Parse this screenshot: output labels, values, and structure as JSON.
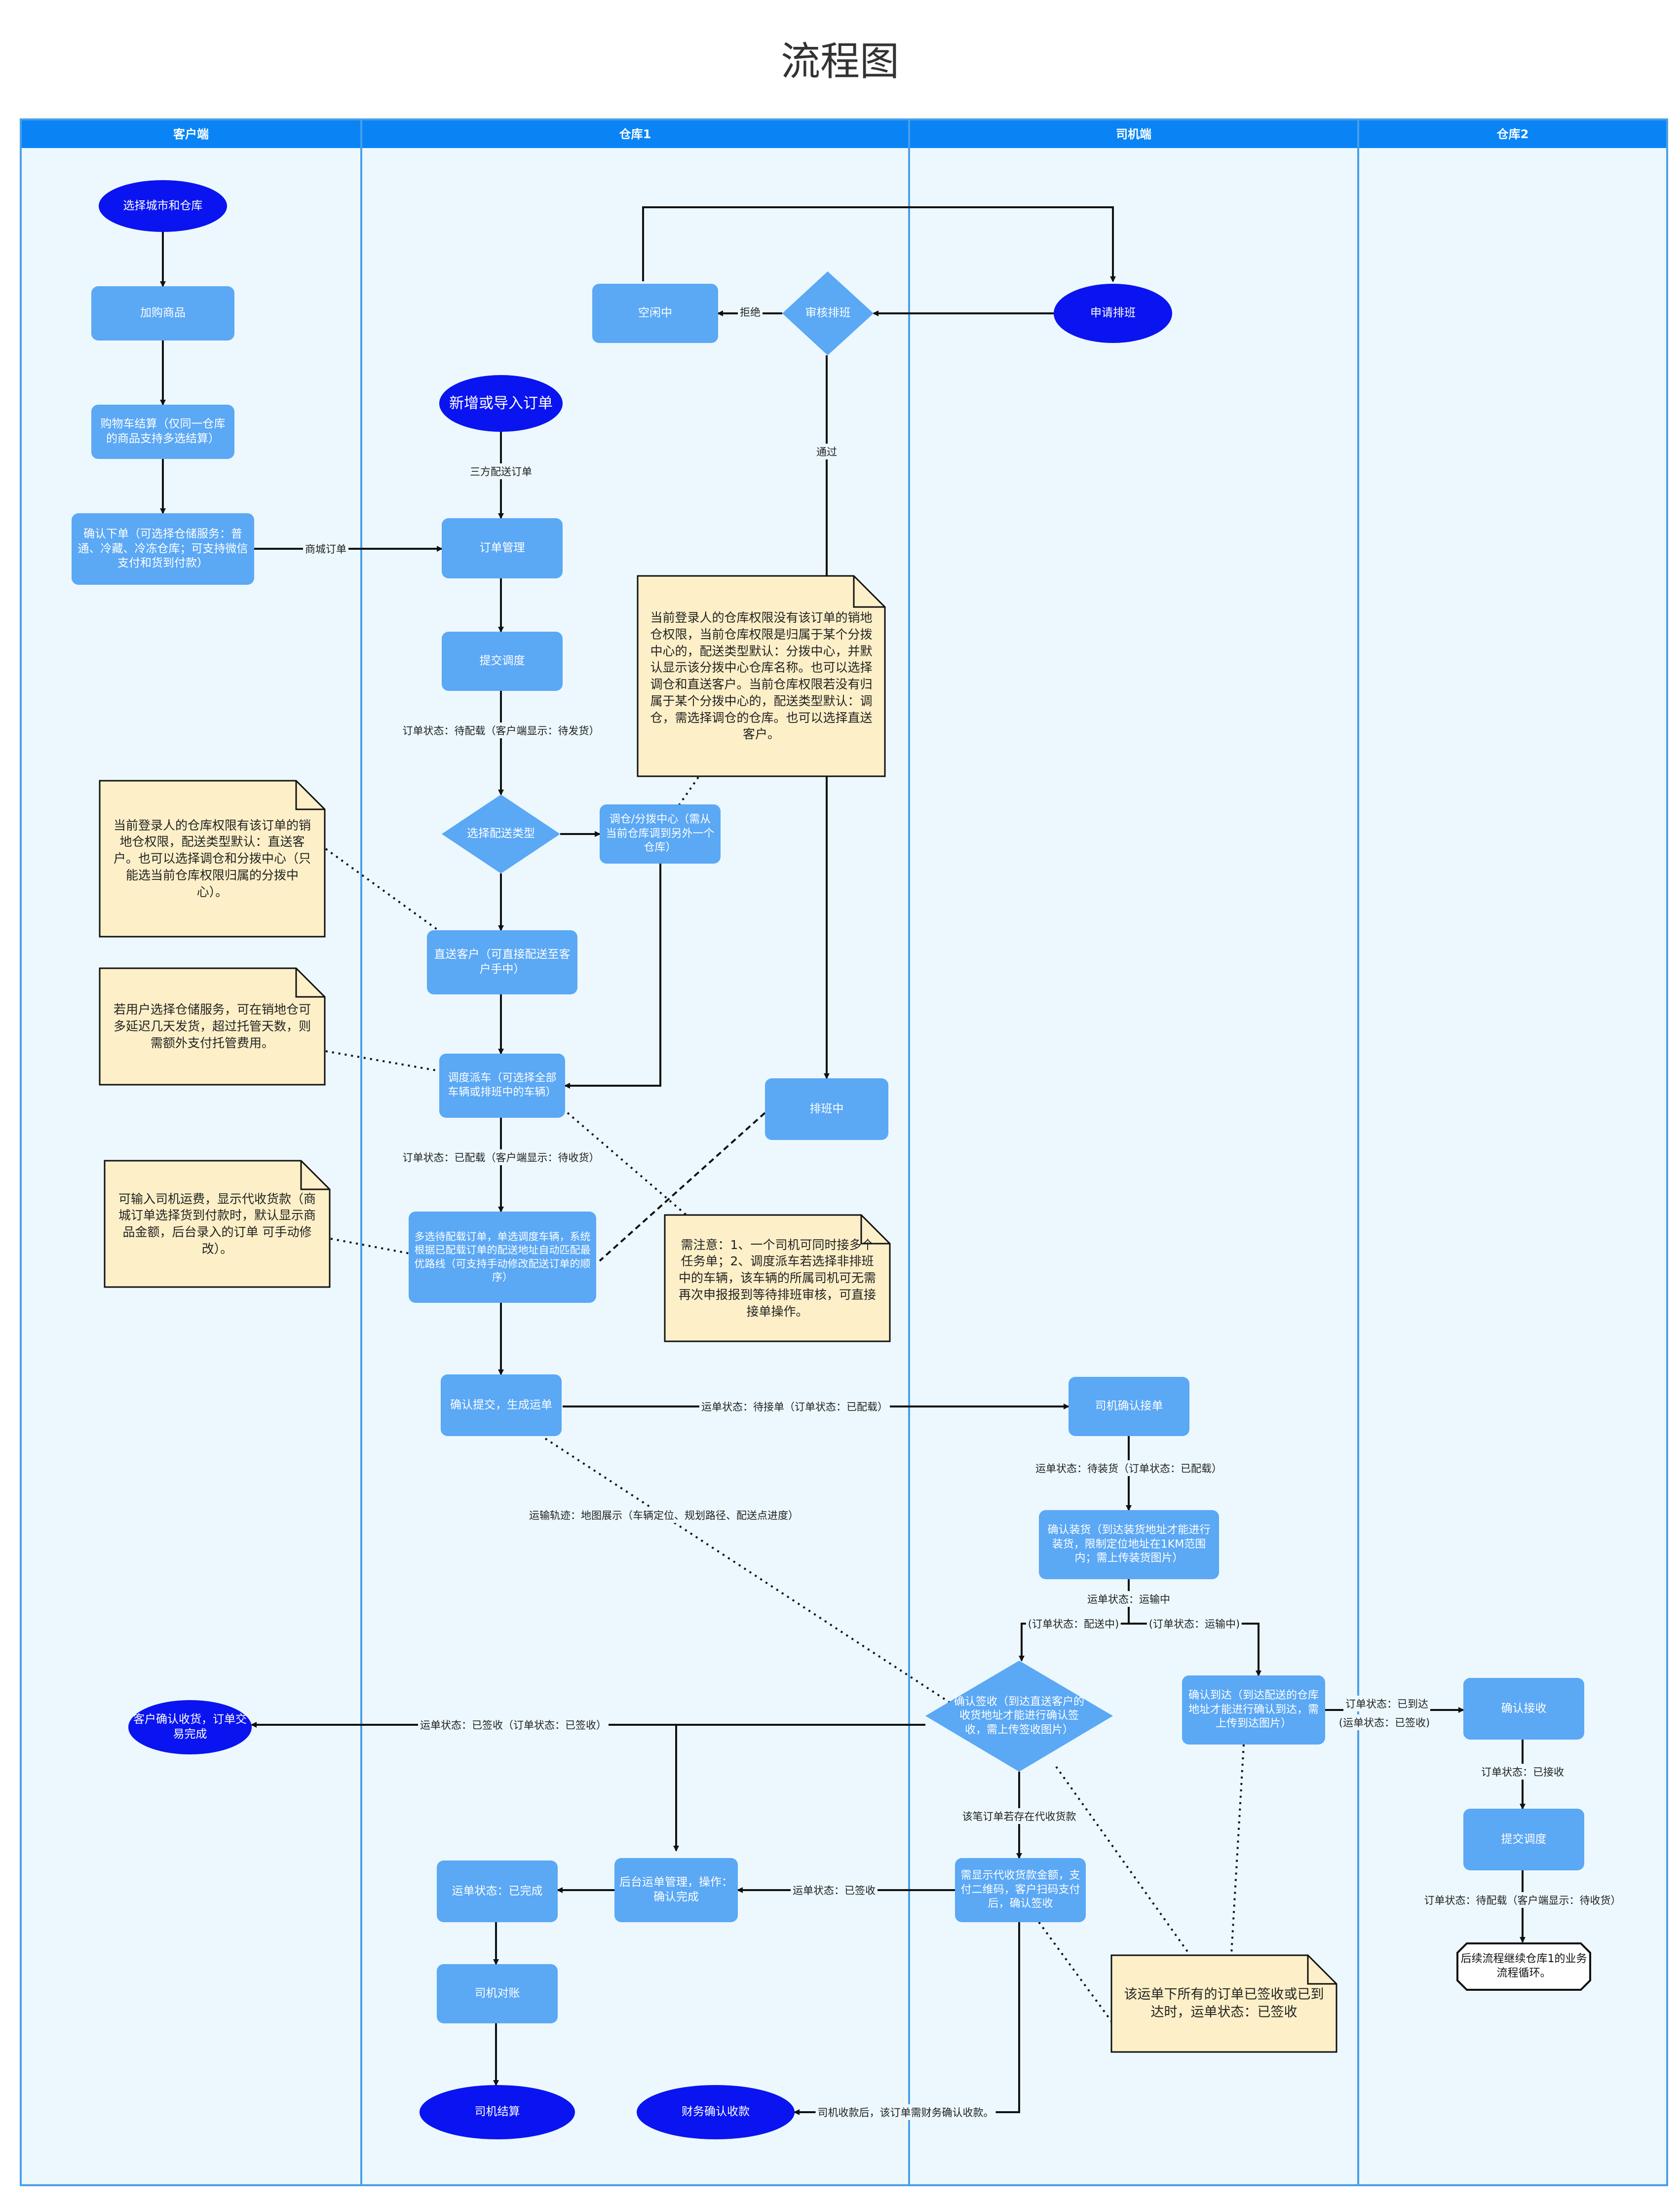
{
  "title": "流程图",
  "lanes": [
    "客户端",
    "仓库1",
    "司机端",
    "仓库2"
  ],
  "nodes": {
    "select_city": "选择城市和仓库",
    "add_cart": "加购商品",
    "cart_checkout": "购物车结算（仅同一仓库的商品支持多选结算）",
    "confirm_order": "确认下单（可选择仓储服务：普通、冷藏、冷冻仓库；可支持微信支付和货到付款）",
    "customer_receive": "客户确认收货，订单交易完成",
    "new_order": "新增或导入订单",
    "order_mgmt": "订单管理",
    "submit_dispatch_1": "提交调度",
    "choose_type": "选择配送类型",
    "transfer": "调仓/分拨中心（需从当前仓库调到另外一个仓库）",
    "direct": "直送客户（可直接配送至客户手中）",
    "dispatch_car": "调度派车（可选择全部车辆或排班中的车辆）",
    "multi_select": "多选待配载订单，单选调度车辆，系统根据已配载订单的配送地址自动匹配最优路线（可支持手动修改配送订单的顺序）",
    "confirm_submit": "确认提交，生成运单",
    "idle": "空闲中",
    "review_shift": "审核排班",
    "scheduled": "排班中",
    "run_complete": "运单状态：已完成",
    "backend_mgmt": "后台运单管理，操作：确认完成",
    "driver_reconcile": "司机对账",
    "driver_settle": "司机结算",
    "finance_confirm": "财务确认收款",
    "apply_shift": "申请排班",
    "driver_accept": "司机确认接单",
    "confirm_loading": "确认装货（到达装货地址才能进行装货，限制定位地址在1KM范围内；需上传装货图片）",
    "confirm_sign": "确认签收（到达直送客户的收货地址才能进行确认签收，需上传签收图片）",
    "confirm_arrive": "确认到达（到达配送的仓库地址才能进行确认到达，需上传到达图片）",
    "show_cod": "需显示代收货款金额，支付二维码，客户扫码支付后，确认签收",
    "confirm_receive": "确认接收",
    "submit_dispatch_2": "提交调度",
    "subsequent": "后续流程继续仓库1的业务流程循环。"
  },
  "notes": {
    "note1": "当前登录人的仓库权限没有该订单的销地仓权限，当前仓库权限是归属于某个分拨中心的，配送类型默认：分拨中心，并默认显示该分拨中心仓库名称。也可以选择调仓和直送客户。当前仓库权限若没有归属于某个分拨中心的，配送类型默认：调仓，需选择调仓的仓库。也可以选择直送客户。",
    "note2": "当前登录人的仓库权限有该订单的销地仓权限，配送类型默认：直送客户。也可以选择调仓和分拨中心（只能选当前仓库权限归属的分拨中心）。",
    "note3": "若用户选择仓储服务，可在销地仓可多延迟几天发货，超过托管天数，则需额外支付托管费用。",
    "note4": "可输入司机运费，显示代收货款（商城订单选择货到付款时，默认显示商品金额，后台录入的订单 可手动修改）。",
    "note5": "需注意：1、一个司机可同时接多个任务单；2、调度派车若选择非排班中的车辆，该车辆的所属司机可无需再次申报报到等待排班审核，可直接接单操作。",
    "note6": "该运单下所有的订单已签收或已到达时，运单状态：已签收"
  },
  "labels": {
    "mall_order": "商城订单",
    "third_party": "三方配送订单",
    "status_pending_dispatch": "订单状态：待配载（客户端显示：待发货）",
    "status_loaded": "订单状态：已配载（客户端显示：待收货）",
    "reject": "拒绝",
    "pass": "通过",
    "run_pending_accept": "运单状态：待接单（订单状态：已配载）",
    "run_pending_load": "运单状态：待装货（订单状态：已配载）",
    "track": "运输轨迹：地图展示（车辆定位、规划路径、配送点进度）",
    "run_in_transit": "运单状态：运输中",
    "order_delivering": "(订单状态：配送中)",
    "order_in_transit": "(订单状态：运输中)",
    "run_signed_order_signed": "运单状态：已签收（订单状态：已签收）",
    "cod_exists": "该笔订单若存在代收货款",
    "run_signed": "运单状态：已签收",
    "arrived_1": "订单状态：已到达",
    "arrived_2": "(运单状态：已签收)",
    "received": "订单状态：已接收",
    "status_pending_dispatch_2": "订单状态：待配载（客户端显示：待收货）",
    "driver_paid": "司机收款后，该订单需财务确认收款。"
  }
}
